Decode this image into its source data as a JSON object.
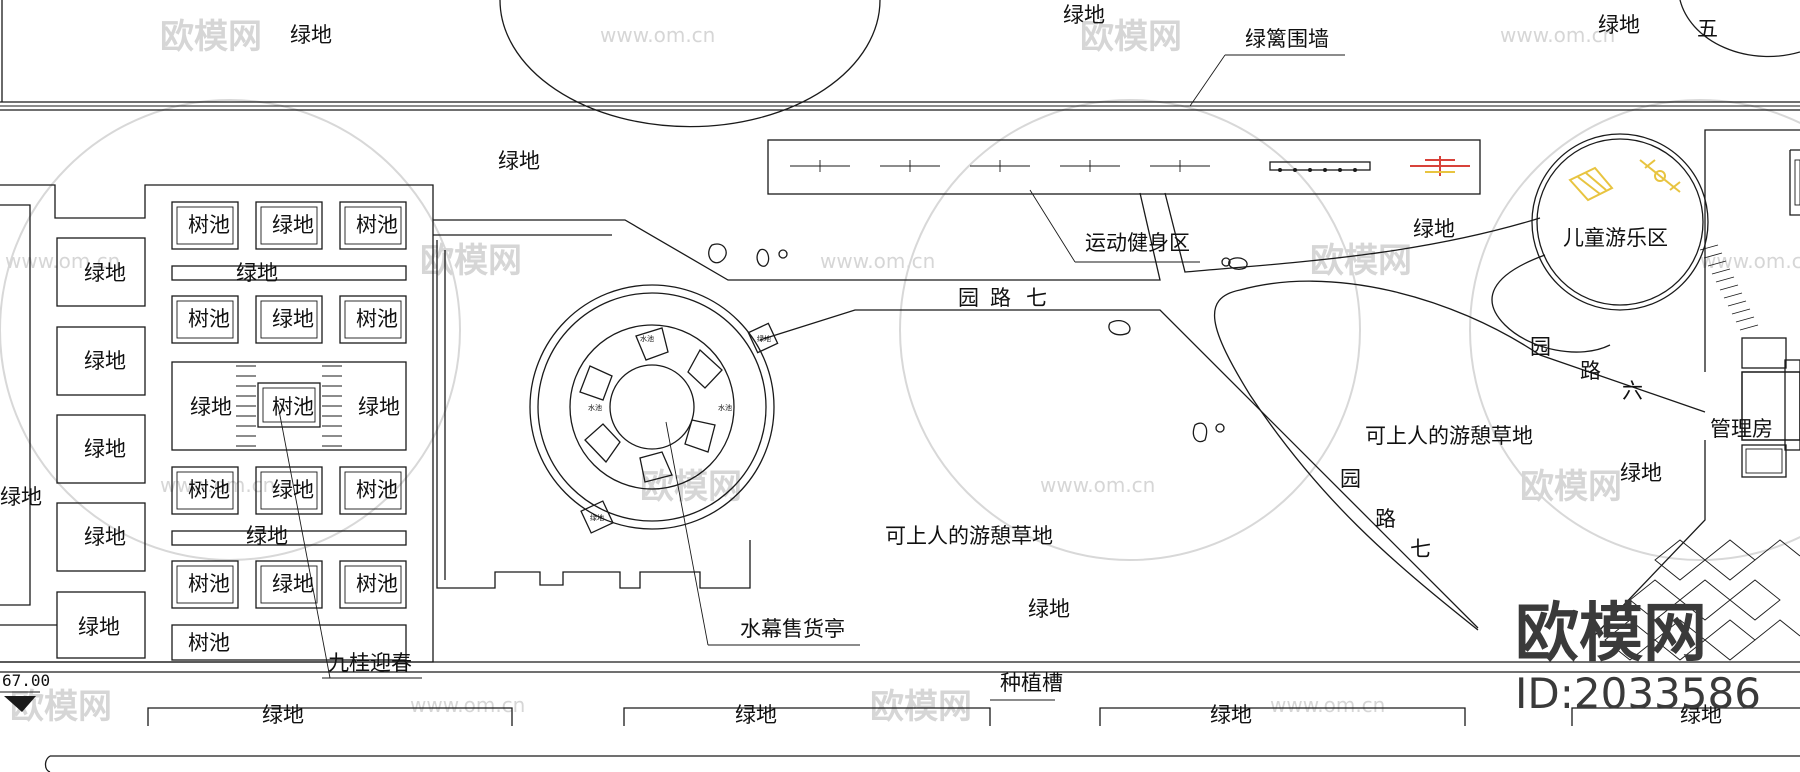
{
  "labels": {
    "green": "绿地",
    "tree_pit": "树池",
    "green_fence": "绿篱围墙",
    "fitness_area": "运动健身区",
    "kids_area": "儿童游乐区",
    "road_seven": [
      "园",
      "路",
      "七"
    ],
    "road_six": [
      "园",
      "路",
      "六"
    ],
    "lawn": "可上人的游憩草地",
    "management": "管理房",
    "kiosk": "水幕售货亭",
    "osmanthus": "九桂迎春",
    "planter": "种植槽",
    "elevation": "67.00",
    "five": "五",
    "kiosk_small": [
      "水池",
      "水池",
      "水池",
      "绿地",
      "绿地"
    ]
  },
  "watermark": {
    "text": "欧模网",
    "url": "www.om.cn"
  },
  "brand": {
    "name": "欧模网",
    "id": "ID:2033586"
  },
  "colors": {
    "line": "#1a1a1a",
    "watermark": "#d6d6d6",
    "equipment_yellow": "#e8c440",
    "equipment_red": "#d8423a"
  }
}
